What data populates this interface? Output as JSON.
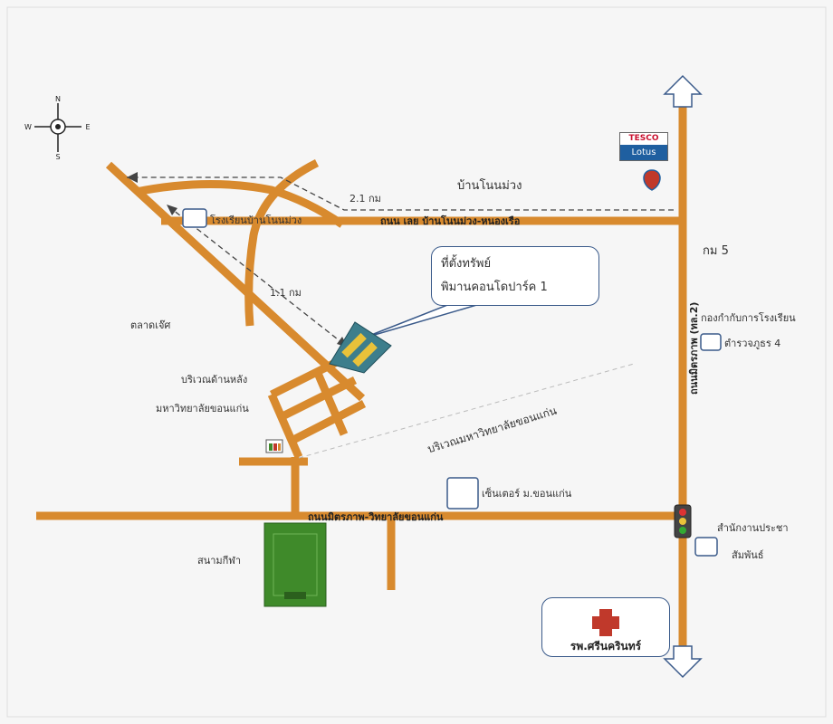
{
  "compass": {
    "north": "N",
    "south": "S",
    "east": "E",
    "west": "W"
  },
  "distances": {
    "top_route": "2.1 กม",
    "diagonal_route": "1.1 กม"
  },
  "labels": {
    "ban_non_muang": "บ้านโนนม่วง",
    "km5": "กม 5",
    "school": "โรงเรียนบ้านโนนม่วง",
    "road_top": "ถนน เลย บ้านโนนม่วง-หนองเรือ",
    "talad_jet": "ตลาดเจ๊ศ",
    "behind_area_1": "บริเวณด้านหลัง",
    "behind_area_2": "มหาวิทยาลัยขอนแก่น",
    "campus_area": "บริเวณมหาวิทยาลัยขอนแก่น",
    "ed_office_1": "กองกำกับการโรงเรียน",
    "ed_office_2": "ตำรวจภูธร 4",
    "central": "เซ็นเตอร์ ม.ขอนแก่น",
    "road_bottom": "ถนนมิตรภาพ-วิทยาลัยขอนแก่น",
    "stadium": "สนามกีฬา",
    "pr_office_1": "สำนักงานประชา",
    "pr_office_2": "สัมพันธ์",
    "highway": "ถนนมิตรภาพ (ทล.2)"
  },
  "callout": {
    "line1": "ที่ตั้งทรัพย์",
    "line2": "พิมานคอนโดปาร์ค 1"
  },
  "tesco": {
    "top": "TESCO",
    "bottom": "Lotus"
  },
  "hospital": {
    "label": "รพ.ศรีนครินทร์"
  },
  "colors": {
    "road": "#d88a2e",
    "road_outline": "#b06a14",
    "arrow_fill": "#ffffff",
    "arrow_stroke": "#3a5a8a",
    "stadium": "#3f8a2a",
    "building_teal": "#3d7e8c",
    "building_yellow": "#e9c23a",
    "cross": "#c0392b",
    "box_outline": "#3a5a8a"
  }
}
